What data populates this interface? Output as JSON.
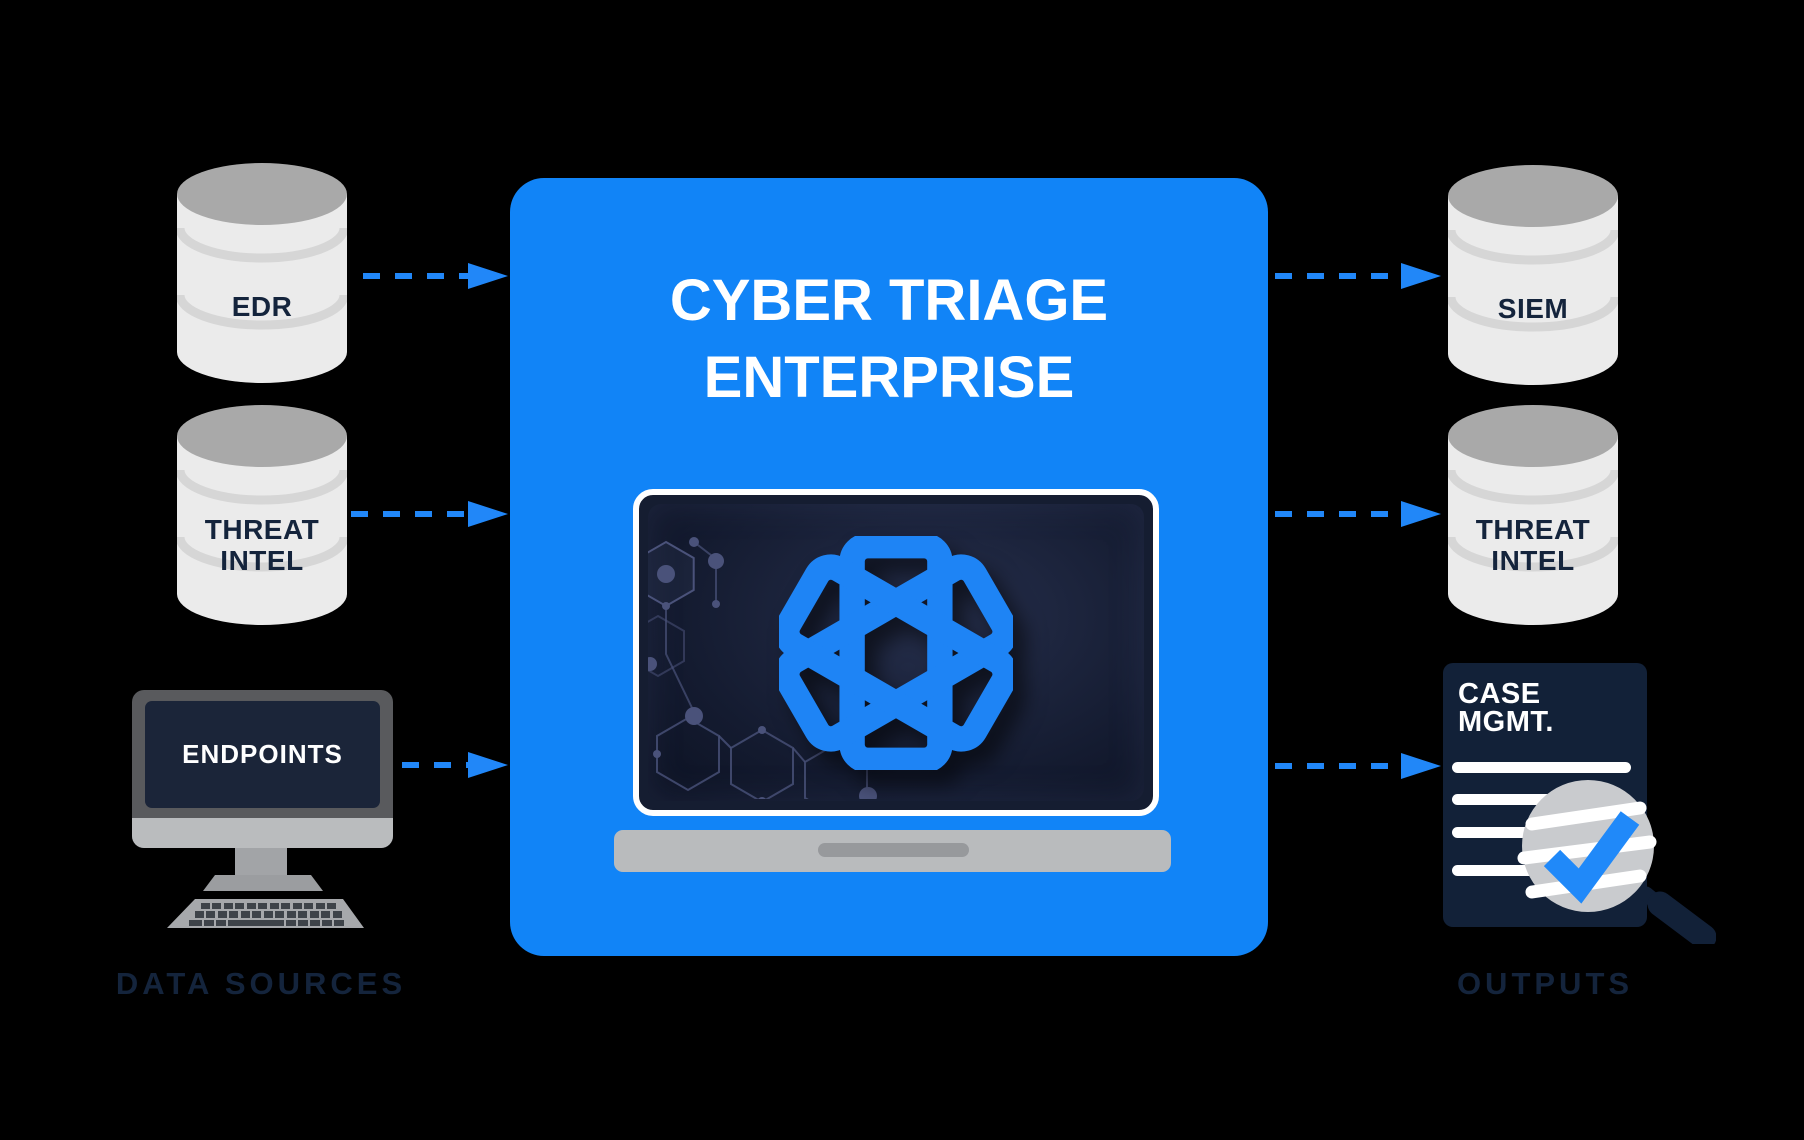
{
  "title": {
    "line1": "CYBER TRIAGE",
    "line2": "ENTERPRISE"
  },
  "data_sources": {
    "caption": "DATA SOURCES",
    "edr": {
      "label": "EDR"
    },
    "threat_intel": {
      "line1": "THREAT",
      "line2": "INTEL"
    },
    "endpoints": {
      "label": "ENDPOINTS"
    }
  },
  "outputs": {
    "caption": "OUTPUTS",
    "siem": {
      "label": "SIEM"
    },
    "threat_intel": {
      "line1": "THREAT",
      "line2": "INTEL"
    },
    "case_mgmt": {
      "line1": "CASE",
      "line2": "MGMT."
    }
  },
  "icons": {
    "database_icon": "gray stacked cylinder",
    "monitor_icon": "desktop computer with keyboard",
    "document_icon": "dark report page with lines",
    "magnifier_check_icon": "magnifying glass with blue checkmark",
    "cyber_triage_logo_icon": "blue pinwheel of three interlocked rectangles",
    "arrow_icon": "blue dashed arrow"
  },
  "colors": {
    "background": "#000000",
    "box_blue": "#1184f7",
    "arrow_blue": "#2187f8",
    "logo_blue": "#1e84f5",
    "check_blue": "#2089f9",
    "navy_text": "#14243c",
    "doc_navy": "#122138",
    "screen_navy": "#1b2539",
    "cylinder_body": "#ebebeb",
    "cylinder_top": "#a9a9a9",
    "cylinder_band": "#d6d6d6",
    "monitor_frame": "#595a5d",
    "monitor_chin": "#babcbe",
    "laptop_base": "#b9bbbd",
    "lens_gray": "#c9cbce",
    "white": "#ffffff"
  }
}
